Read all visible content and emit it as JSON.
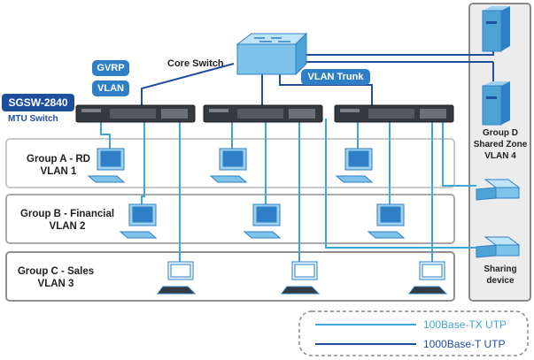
{
  "core_switch_label": "Core Switch",
  "vlan_trunk_label": "VLAN Trunk",
  "gvrp_label": "GVRP",
  "vlan_label": "VLAN",
  "device_model": "SGSW-2840",
  "device_type": "MTU Switch",
  "groups": [
    {
      "line1": "Group A - RD",
      "line2": "VLAN 1"
    },
    {
      "line1": "Group B - Financial",
      "line2": "VLAN 2"
    },
    {
      "line1": "Group C - Sales",
      "line2": "VLAN 3"
    }
  ],
  "group_d": {
    "line1": "Group D",
    "line2": "Shared Zone",
    "line3": "VLAN 4"
  },
  "sharing_device": {
    "line1": "Sharing",
    "line2": "device"
  },
  "legend": [
    {
      "label": "100Base-TX UTP",
      "color": "#3fa6d8"
    },
    {
      "label": "1000Base-T UTP",
      "color": "#1f4e9c"
    }
  ],
  "colors": {
    "accent": "#2f7fc6",
    "dark_blue": "#1f4e9c",
    "light_blue": "#3fa6d8"
  }
}
